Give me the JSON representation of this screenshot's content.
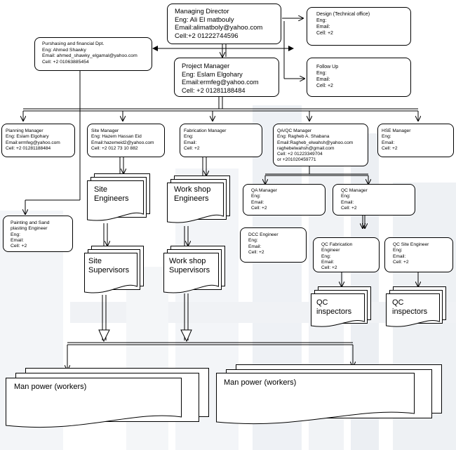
{
  "nodes": {
    "managing_director": {
      "title": "Managing  Director",
      "lines": [
        "Eng:  Ali El matbouly",
        "Email:alimatboly@yahoo.com",
        "Cell:+2 01222744596"
      ]
    },
    "design": {
      "title": "Design (Technical office)",
      "lines": [
        "Eng:",
        "Email:",
        "Cell: +2"
      ]
    },
    "purchasing": {
      "title": "Purshasing and financial Dpt.",
      "lines": [
        "Eng: Ahmed Shawky",
        "Email: ahmed_shawky_elgamal@yahoo.com",
        "Cell: +2  01063885454"
      ]
    },
    "project_manager": {
      "title": "Project Manager",
      "lines": [
        "Eng:  Eslam Elgohary",
        "Email:ermfeg@yahoo.com",
        "Cell: +2 01281188484"
      ]
    },
    "follow_up": {
      "title": "Follow Up",
      "lines": [
        "Eng:",
        "Email:",
        "Cell: +2"
      ]
    },
    "planning_manager": {
      "title": "Planning Manager",
      "lines": [
        "Eng: Eslam Elgohary",
        "Email:ermfeg@yahoo.com",
        "Cell: +2 01281188484"
      ]
    },
    "site_manager": {
      "title": "Site Manager",
      "lines": [
        "Eng: Hazem Hassan Eid",
        "Email:hazemeid2@yahoo.com",
        "Cell: +2 012 73 10 882"
      ]
    },
    "fabrication_manager": {
      "title": "Fabrication Manager",
      "lines": [
        "Eng:",
        "Email:",
        "Cell: +2"
      ]
    },
    "qaqc_manager": {
      "title": "QA/QC Manager",
      "lines": [
        "Eng: Ragheb A. Shabana",
        "Email:Ragheb_elwahsh@yahoo.com",
        "        raghebelwahsh@gmail.com",
        "Cell: +2 01223349704",
        "   or +201020459771"
      ]
    },
    "hse_manager": {
      "title": "HSE Manager",
      "lines": [
        "Eng:",
        "Email:",
        " Cell: +2"
      ]
    },
    "painting_engineer": {
      "title": "Painting and Sand",
      "lines": [
        "  plasting  Engineer",
        "Eng:",
        "Email:",
        "Cell: +2"
      ]
    },
    "qa_manager": {
      "title": "QA Manager",
      "lines": [
        "Eng:",
        "Email:",
        "Cell: +2"
      ]
    },
    "qc_manager": {
      "title": "QC Manager",
      "lines": [
        "Eng:",
        "Email:",
        "Cell: +2"
      ]
    },
    "dcc_engineer": {
      "title": "DCC Engineer",
      "lines": [
        "Eng:",
        "Email:",
        "Cell: +2"
      ]
    },
    "qc_fabrication_engineer": {
      "title": "QC Fabrication",
      "lines": [
        "Engineer",
        "Eng:",
        "Email:",
        "Cell: +2"
      ]
    },
    "qc_site_engineer": {
      "title": "QC Site Engineer",
      "lines": [
        "Eng:",
        "Email:",
        "Cell: +2"
      ]
    }
  },
  "documents": {
    "site_engineers": "Site\nEngineers",
    "workshop_engineers": "Work shop\nEngineers",
    "site_supervisors": "Site\nSupervisors",
    "workshop_supervisors": "Work shop\nSupervisors",
    "qc_inspectors_fabrication": "QC\ninspectors",
    "qc_inspectors_site": "QC\ninspectors",
    "manpower_left": "Man power (workers)",
    "manpower_right": "Man power (workers)"
  }
}
